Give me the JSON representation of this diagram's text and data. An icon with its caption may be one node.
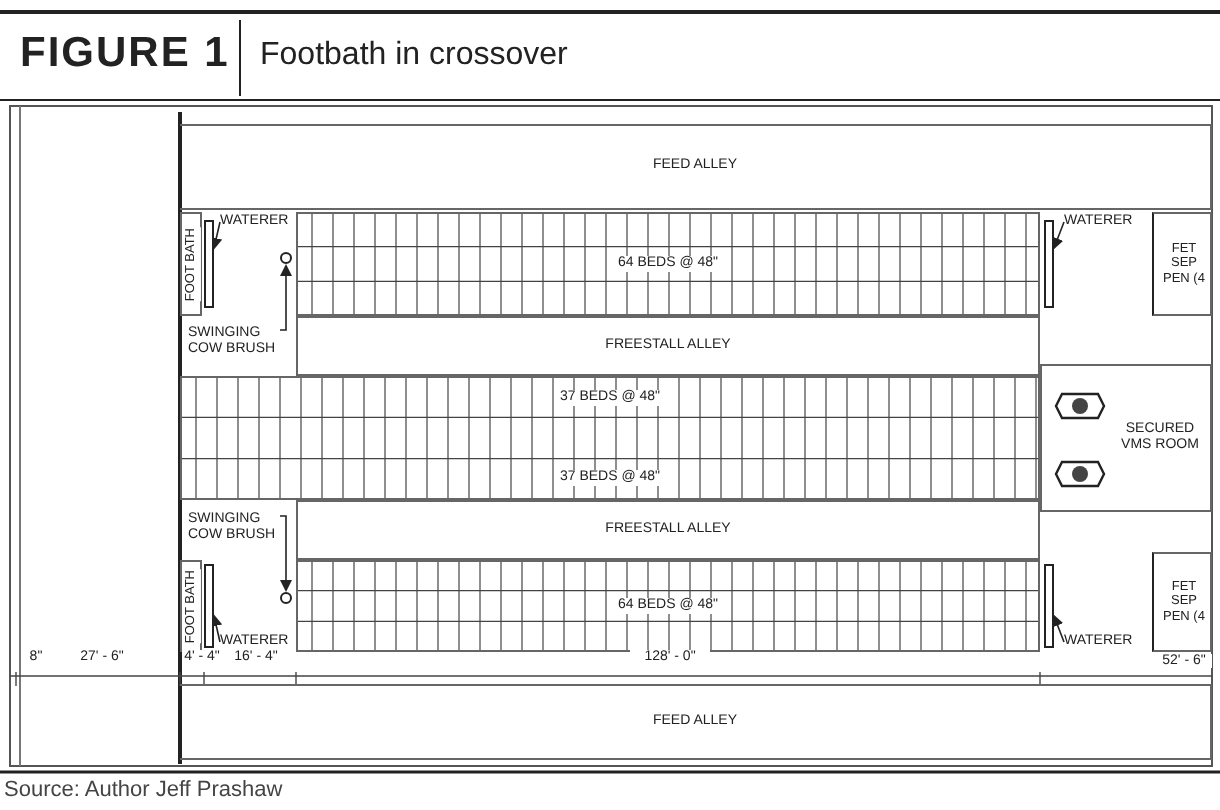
{
  "diagram": {
    "title": "Footbath in crossover",
    "caption": "Source: Author Jeff Prashaw",
    "nodes": [
      {
        "text": [
          "FEED ALLEY"
        ]
      },
      {
        "text": [
          "FOOT BATH"
        ]
      },
      {
        "text": [
          "WATERER"
        ]
      },
      {
        "text": [],
        "shape": "bar"
      },
      {
        "text": [
          "SWINGING COW BRUSH"
        ]
      },
      {
        "text": [],
        "shape": "circle"
      },
      {
        "text": [
          "64 BEDS @ 48\""
        ]
      },
      {
        "text": [
          "WATERER"
        ]
      },
      {
        "text": [],
        "shape": "bar"
      },
      {
        "text": [
          "FET SEP PEN (4"
        ]
      },
      {
        "text": [
          "FREESTALL ALLEY"
        ]
      },
      {
        "text": [
          "37 BEDS @ 48\"",
          "37 BEDS @ 48\""
        ]
      },
      {
        "text": [
          "SECURED VMS ROOM"
        ]
      },
      {
        "text": [
          "FREESTALL ALLEY"
        ]
      },
      {
        "text": [
          "SWINGING COW BRUSH"
        ]
      },
      {
        "text": [],
        "shape": "circle"
      },
      {
        "text": [
          "FOOT BATH"
        ]
      },
      {
        "text": [
          "WATERER"
        ]
      },
      {
        "text": [],
        "shape": "bar"
      },
      {
        "text": [
          "64 BEDS @ 48\""
        ]
      },
      {
        "text": [
          "WATERER"
        ]
      },
      {
        "text": [],
        "shape": "bar"
      },
      {
        "text": [
          "FET SEP PEN (4"
        ]
      },
      {
        "text": [
          "FEED ALLEY"
        ]
      }
    ],
    "edges": [
      {
        "from": 2,
        "to": 3,
        "arrow": "to"
      },
      {
        "from": 4,
        "to": 5,
        "arrow": "to"
      },
      {
        "from": 7,
        "to": 8,
        "arrow": "to"
      },
      {
        "from": 14,
        "to": 15,
        "arrow": "to"
      },
      {
        "from": 17,
        "to": 18,
        "arrow": "to"
      },
      {
        "from": 20,
        "to": 21,
        "arrow": "to"
      }
    ],
    "labels": [
      "FIGURE 1",
      "8\"",
      "27' - 6\"",
      "4' - 4\"",
      "16' - 4\"",
      "128' - 0\"",
      "52' - 6\""
    ]
  }
}
